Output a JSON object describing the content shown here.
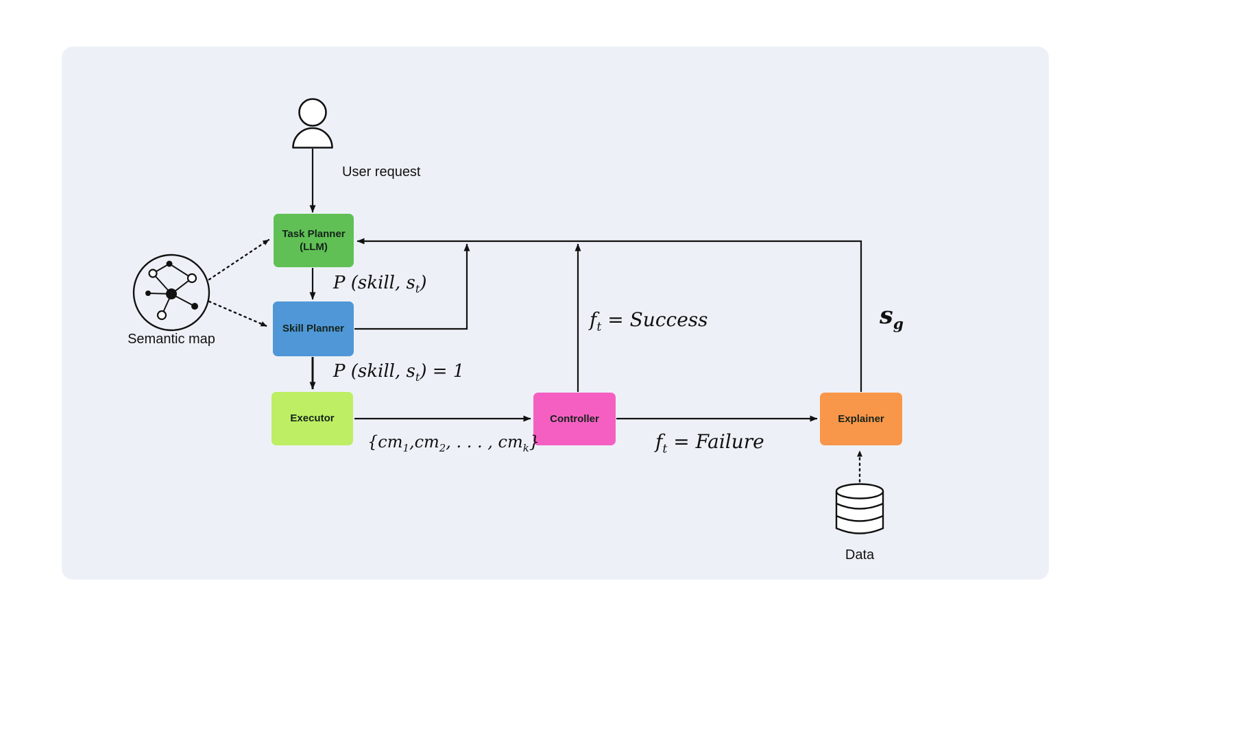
{
  "colors": {
    "page_bg": "#ffffff",
    "panel_bg": "#edf1f7",
    "line": "#111111",
    "task_planner_bg": "#60c055",
    "skill_planner_bg": "#4f97d7",
    "executor_bg": "#bdee63",
    "controller_bg": "#f55fc2",
    "explainer_bg": "#f8964a"
  },
  "nodes": {
    "task_planner": {
      "line1": "Task Planner",
      "line2": "(LLM)"
    },
    "skill_planner": {
      "label": "Skill Planner"
    },
    "executor": {
      "label": "Executor"
    },
    "controller": {
      "label": "Controller"
    },
    "explainer": {
      "label": "Explainer"
    }
  },
  "annotations": {
    "user_request": "User request",
    "semantic_map": "Semantic map",
    "data": "Data"
  },
  "math": {
    "p_skill": [
      [
        "t",
        "P (skill, s"
      ],
      [
        "s",
        "t"
      ],
      [
        "t",
        ")"
      ]
    ],
    "p_skill_eq1": [
      [
        "t",
        "P (skill, s"
      ],
      [
        "s",
        "t"
      ],
      [
        "t",
        ") = 1"
      ]
    ],
    "cm_set": [
      [
        "t",
        "{cm"
      ],
      [
        "s",
        "1"
      ],
      [
        "t",
        ",cm"
      ],
      [
        "s",
        "2"
      ],
      [
        "t",
        ", . . . , cm"
      ],
      [
        "s",
        "k"
      ],
      [
        "t",
        "}"
      ]
    ],
    "ft_success": [
      [
        "t",
        "f"
      ],
      [
        "s",
        "t"
      ],
      [
        "t",
        " = Success"
      ]
    ],
    "ft_failure": [
      [
        "t",
        "f"
      ],
      [
        "s",
        "t"
      ],
      [
        "t",
        " = Failure"
      ]
    ],
    "s_g": [
      [
        "t",
        "s"
      ],
      [
        "s",
        "g"
      ]
    ]
  }
}
